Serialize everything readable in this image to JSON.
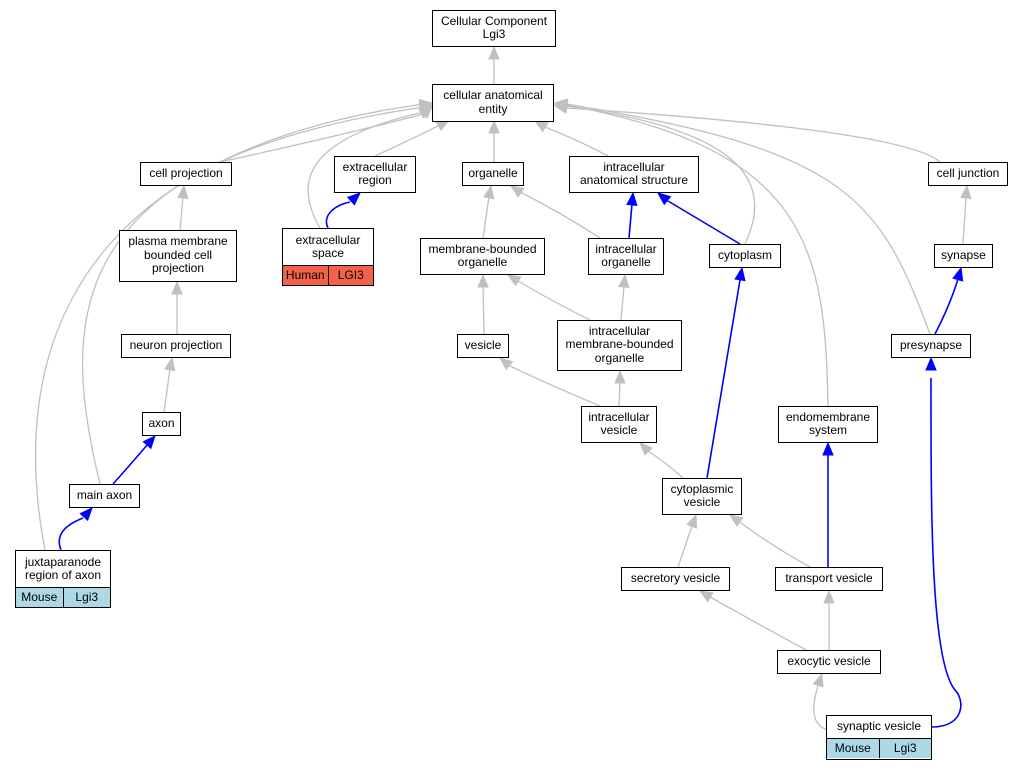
{
  "graph_title": "Cellular Component\nLgi3",
  "colors": {
    "is_a": "#c0c0c0",
    "part_of": "#0000ff",
    "human": "#f4614b",
    "mouse": "#add8e6"
  },
  "nodes": {
    "root": "Cellular Component\nLgi3",
    "cae": "cellular anatomical\nentity",
    "cellproj": "cell projection",
    "extracell": "extracellular\nregion",
    "organelle": "organelle",
    "ias": "intracellular\nanatomical structure",
    "celljunc": "cell junction",
    "pmbcp": "plasma membrane\nbounded cell\nprojection",
    "extspace": "extracellular\nspace",
    "mbo": "membrane-bounded\norganelle",
    "intorg": "intracellular\norganelle",
    "cytoplasm": "cytoplasm",
    "synapse": "synapse",
    "neuronproj": "neuron projection",
    "vesicle": "vesicle",
    "imbo": "intracellular\nmembrane-bounded\norganelle",
    "presynapse": "presynapse",
    "axon": "axon",
    "intves": "intracellular\nvesicle",
    "endomem": "endomembrane\nsystem",
    "mainaxon": "main axon",
    "cytves": "cytoplasmic\nvesicle",
    "juxta": "juxtaparanode\nregion of axon",
    "secves": "secretory vesicle",
    "transves": "transport vesicle",
    "exoves": "exocytic vesicle",
    "synves": "synaptic vesicle"
  },
  "annotations": {
    "extspace": [
      "Human",
      "LGI3"
    ],
    "juxta": [
      "Mouse",
      "Lgi3"
    ],
    "synves": [
      "Mouse",
      "Lgi3"
    ]
  },
  "edges": [
    {
      "from": "cae",
      "to": "root",
      "type": "is_a"
    },
    {
      "from": "cellproj",
      "to": "cae",
      "type": "is_a"
    },
    {
      "from": "extracell",
      "to": "cae",
      "type": "is_a"
    },
    {
      "from": "organelle",
      "to": "cae",
      "type": "is_a"
    },
    {
      "from": "ias",
      "to": "cae",
      "type": "is_a"
    },
    {
      "from": "celljunc",
      "to": "cae",
      "type": "is_a"
    },
    {
      "from": "extspace",
      "to": "cae",
      "type": "is_a"
    },
    {
      "from": "cytoplasm",
      "to": "cae",
      "type": "is_a"
    },
    {
      "from": "presynapse",
      "to": "cae",
      "type": "is_a"
    },
    {
      "from": "endomem",
      "to": "cae",
      "type": "is_a"
    },
    {
      "from": "mainaxon",
      "to": "cae",
      "type": "is_a"
    },
    {
      "from": "juxta",
      "to": "cae",
      "type": "is_a"
    },
    {
      "from": "pmbcp",
      "to": "cellproj",
      "type": "is_a"
    },
    {
      "from": "extspace",
      "to": "extracell",
      "type": "part_of"
    },
    {
      "from": "mbo",
      "to": "organelle",
      "type": "is_a"
    },
    {
      "from": "intorg",
      "to": "organelle",
      "type": "is_a"
    },
    {
      "from": "intorg",
      "to": "ias",
      "type": "part_of"
    },
    {
      "from": "cytoplasm",
      "to": "ias",
      "type": "part_of"
    },
    {
      "from": "synapse",
      "to": "celljunc",
      "type": "is_a"
    },
    {
      "from": "neuronproj",
      "to": "pmbcp",
      "type": "is_a"
    },
    {
      "from": "vesicle",
      "to": "mbo",
      "type": "is_a"
    },
    {
      "from": "imbo",
      "to": "mbo",
      "type": "is_a"
    },
    {
      "from": "imbo",
      "to": "intorg",
      "type": "is_a"
    },
    {
      "from": "presynapse",
      "to": "synapse",
      "type": "part_of"
    },
    {
      "from": "axon",
      "to": "neuronproj",
      "type": "is_a"
    },
    {
      "from": "intves",
      "to": "vesicle",
      "type": "is_a"
    },
    {
      "from": "intves",
      "to": "imbo",
      "type": "is_a"
    },
    {
      "from": "mainaxon",
      "to": "axon",
      "type": "part_of"
    },
    {
      "from": "cytves",
      "to": "intves",
      "type": "is_a"
    },
    {
      "from": "cytves",
      "to": "cytoplasm",
      "type": "part_of"
    },
    {
      "from": "juxta",
      "to": "mainaxon",
      "type": "part_of"
    },
    {
      "from": "secves",
      "to": "cytves",
      "type": "is_a"
    },
    {
      "from": "transves",
      "to": "cytves",
      "type": "is_a"
    },
    {
      "from": "transves",
      "to": "endomem",
      "type": "part_of"
    },
    {
      "from": "exoves",
      "to": "secves",
      "type": "is_a"
    },
    {
      "from": "exoves",
      "to": "transves",
      "type": "is_a"
    },
    {
      "from": "synves",
      "to": "exoves",
      "type": "is_a"
    },
    {
      "from": "synves",
      "to": "presynapse",
      "type": "part_of"
    }
  ]
}
